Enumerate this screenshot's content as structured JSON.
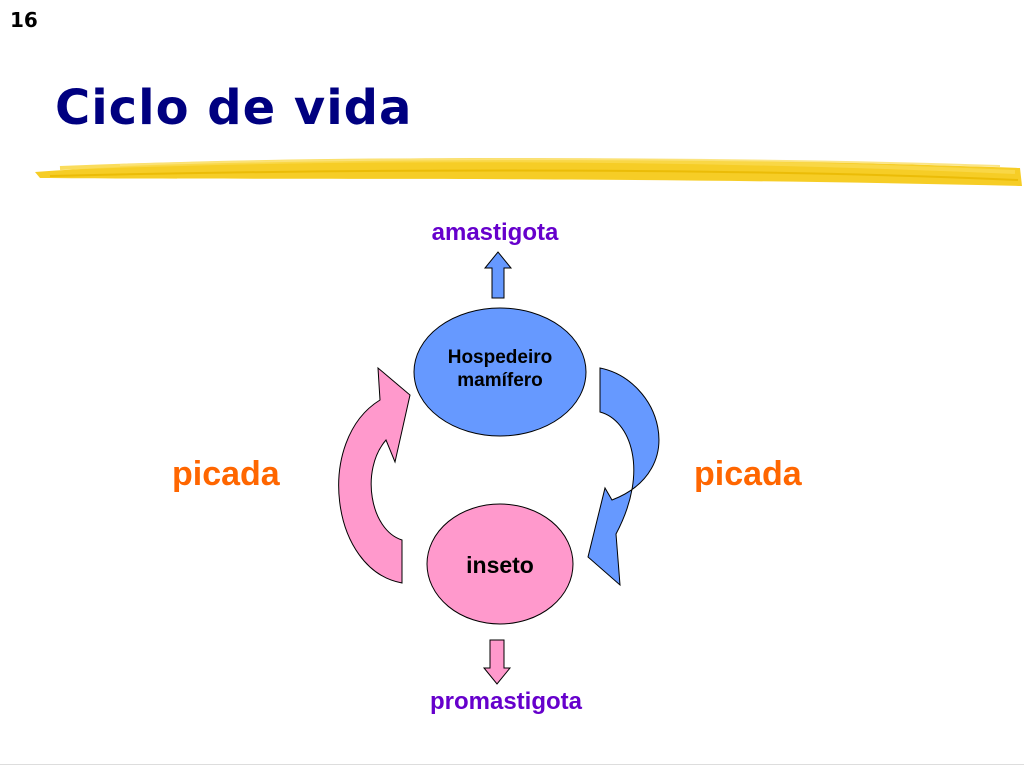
{
  "slide": {
    "number": "16",
    "title": "Ciclo de vida"
  },
  "diagram": {
    "nodes": {
      "host": {
        "label_line1": "Hospedeiro",
        "label_line2": "mamífero",
        "color": "#6699ff"
      },
      "insect": {
        "label": "inseto",
        "color": "#ff99cc"
      }
    },
    "stages": {
      "top": "amastigota",
      "bottom": "promastigota"
    },
    "transitions": {
      "left": "picada",
      "right": "picada"
    },
    "colors": {
      "title": "#000080",
      "highlighter": "#f5c400",
      "stage_text": "#6600cc",
      "transition_text": "#ff6600",
      "host_arrow": "#6699ff",
      "insect_arrow": "#ff99cc"
    }
  }
}
